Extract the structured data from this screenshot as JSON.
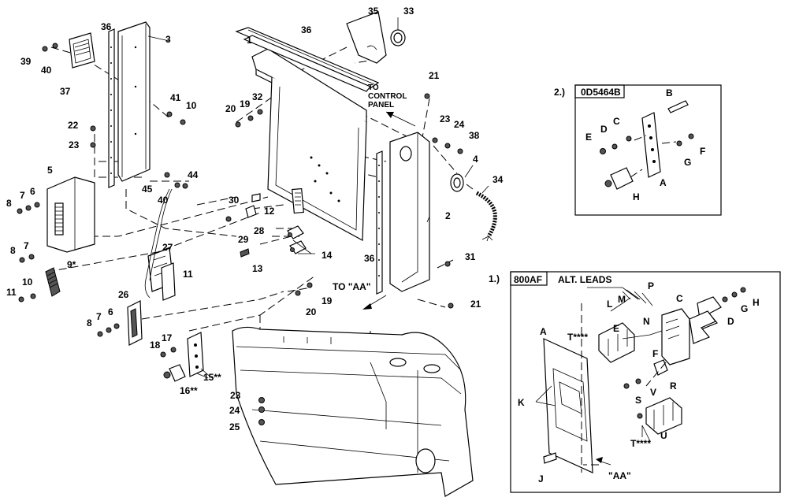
{
  "main_labels": {
    "l1": "1",
    "l2": "2",
    "l3": "3",
    "l4": "4",
    "l5": "5",
    "l6a": "6",
    "l6b": "6",
    "l7a": "7",
    "l7b": "7",
    "l8a": "8",
    "l8b": "8",
    "l8c": "8",
    "l9": "9*",
    "l10a": "10",
    "l10b": "10",
    "l11a": "11",
    "l11b": "11",
    "l12": "12",
    "l13": "13",
    "l14": "14",
    "l15": "15**",
    "l16": "16**",
    "l17": "17",
    "l18": "18",
    "l19a": "19",
    "l19b": "19",
    "l20a": "20",
    "l20b": "20",
    "l21a": "21",
    "l21b": "21",
    "l22": "22",
    "l23a": "23",
    "l23b": "23",
    "l24a": "24",
    "l24b": "24",
    "l25": "25",
    "l26": "26",
    "l27": "27",
    "l28": "28",
    "l29": "29",
    "l30": "30",
    "l31": "31",
    "l32": "32",
    "l33": "33",
    "l34": "34",
    "l35": "35",
    "l36a": "36",
    "l36b": "36",
    "l36c": "36",
    "l37": "37",
    "l38": "38",
    "l39": "39",
    "l40a": "40",
    "l40b": "40",
    "l41": "41",
    "l44": "44",
    "l45": "45"
  },
  "notes": {
    "to_control_panel_1": "TO",
    "to_control_panel_2": "CONTROL",
    "to_control_panel_3": "PANEL",
    "to_aa": "TO \"AA\""
  },
  "inset_top": {
    "callout": "2.)",
    "part_no": "0D5464B",
    "labels": {
      "A": "A",
      "B": "B",
      "C": "C",
      "D": "D",
      "E": "E",
      "F": "F",
      "G": "G",
      "H": "H"
    }
  },
  "inset_bottom": {
    "callout": "1.)",
    "part_no": "800AF",
    "alt_leads": "ALT. LEADS",
    "aa": "\"AA\"",
    "labels": {
      "A": "A",
      "C": "C",
      "D": "D",
      "E": "E",
      "F": "F",
      "G": "G",
      "H": "H",
      "J": "J",
      "K": "K",
      "L": "L",
      "M": "M",
      "N": "N",
      "P": "P",
      "R": "R",
      "S": "S",
      "T1": "T****",
      "T2": "T****",
      "U": "U",
      "V": "V"
    }
  }
}
